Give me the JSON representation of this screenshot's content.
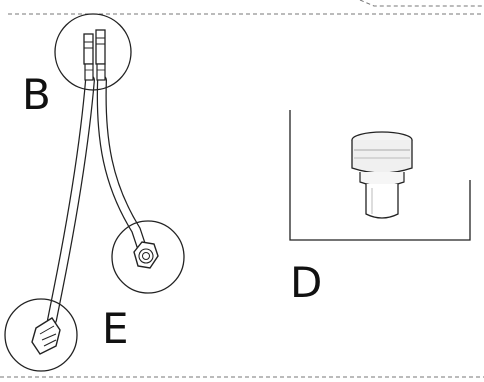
{
  "labels": {
    "b": "B",
    "d": "D",
    "e": "E"
  }
}
